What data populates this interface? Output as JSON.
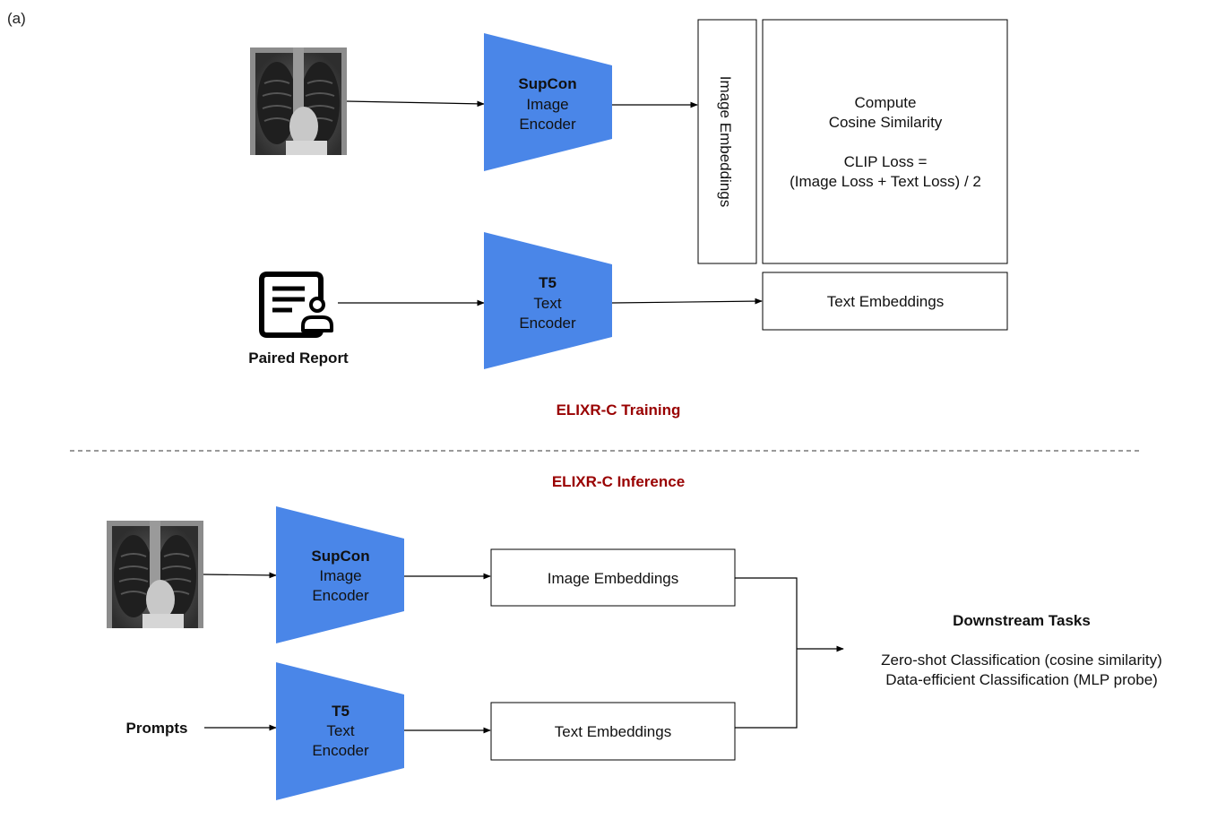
{
  "panel_label": "(a)",
  "colors": {
    "encoder": "#4a86e8",
    "section_title": "#990000",
    "line": "#000000"
  },
  "training": {
    "section_title": "ELIXR-C Training",
    "image_encoder": {
      "title": "SupCon",
      "line1": "Image",
      "line2": "Encoder"
    },
    "text_encoder": {
      "title": "T5",
      "line1": "Text",
      "line2": "Encoder"
    },
    "image_embeddings_label": "Image Embeddings",
    "loss_box": {
      "line1": "Compute",
      "line2": "Cosine Similarity",
      "line3": "CLIP Loss =",
      "line4": "(Image Loss + Text Loss) / 2"
    },
    "text_embeddings_label": "Text Embeddings",
    "report_icon": "document-person-icon",
    "report_label": "Paired Report"
  },
  "inference": {
    "section_title": "ELIXR-C Inference",
    "image_encoder": {
      "title": "SupCon",
      "line1": "Image",
      "line2": "Encoder"
    },
    "text_encoder": {
      "title": "T5",
      "line1": "Text",
      "line2": "Encoder"
    },
    "image_embeddings_label": "Image Embeddings",
    "text_embeddings_label": "Text Embeddings",
    "prompts_label": "Prompts",
    "downstream": {
      "title": "Downstream Tasks",
      "line1": "Zero-shot Classification (cosine similarity)",
      "line2": "Data-efficient Classification (MLP probe)"
    }
  }
}
